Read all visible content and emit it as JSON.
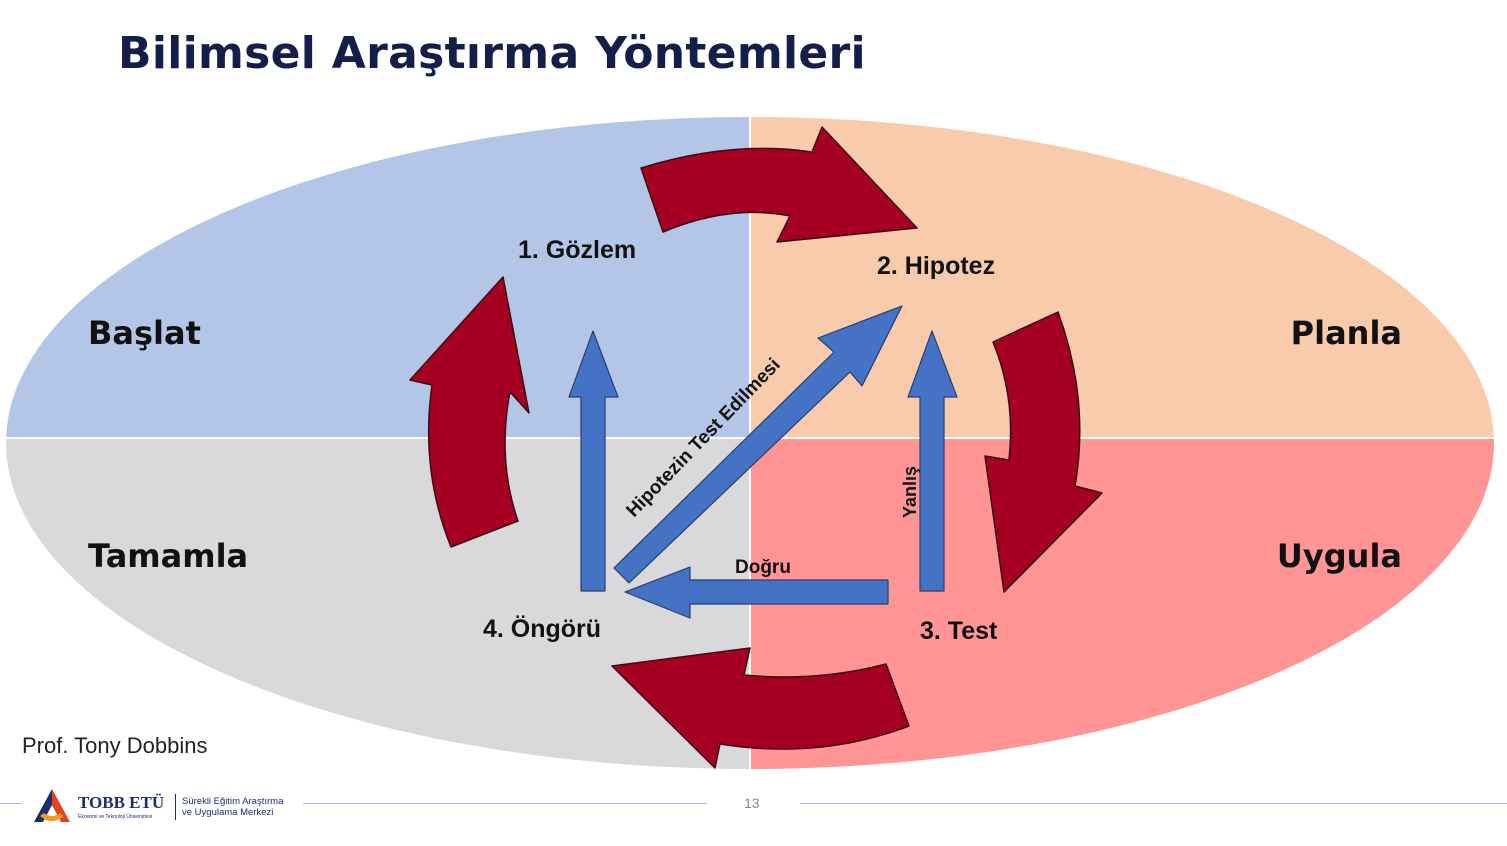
{
  "title": "Bilimsel Araştırma Yöntemleri",
  "quadrants": {
    "top_left": "Başlat",
    "top_right": "Planla",
    "bottom_left": "Tamamla",
    "bottom_right": "Uygula"
  },
  "steps": {
    "observation": "1.  Gözlem",
    "hypothesis": "2.  Hipotez",
    "test": "3.  Test",
    "prediction": "4.  Öngörü"
  },
  "arrow_labels": {
    "diagonal": "Hipotezin Test Edilmesi",
    "wrong": "Yanlış",
    "correct": "Doğru"
  },
  "author": "Prof. Tony Dobbins",
  "page_number": "13",
  "logo": {
    "name": "TOBB ETÜ",
    "subtitle": "Ekonomi ve Teknoloji Üniversitesi",
    "center_line1": "Sürekli Eğitim Araştırma",
    "center_line2": "ve Uygulama Merkezi"
  },
  "colors": {
    "quadrant_top_left": "#b4c6e7",
    "quadrant_top_right": "#f8cbad",
    "quadrant_bottom_left": "#d9d8db",
    "quadrant_bottom_right": "#ff9594",
    "cycle_arrow": "#a50021",
    "blue_arrow": "#4472c4",
    "title": "#141e4a"
  }
}
